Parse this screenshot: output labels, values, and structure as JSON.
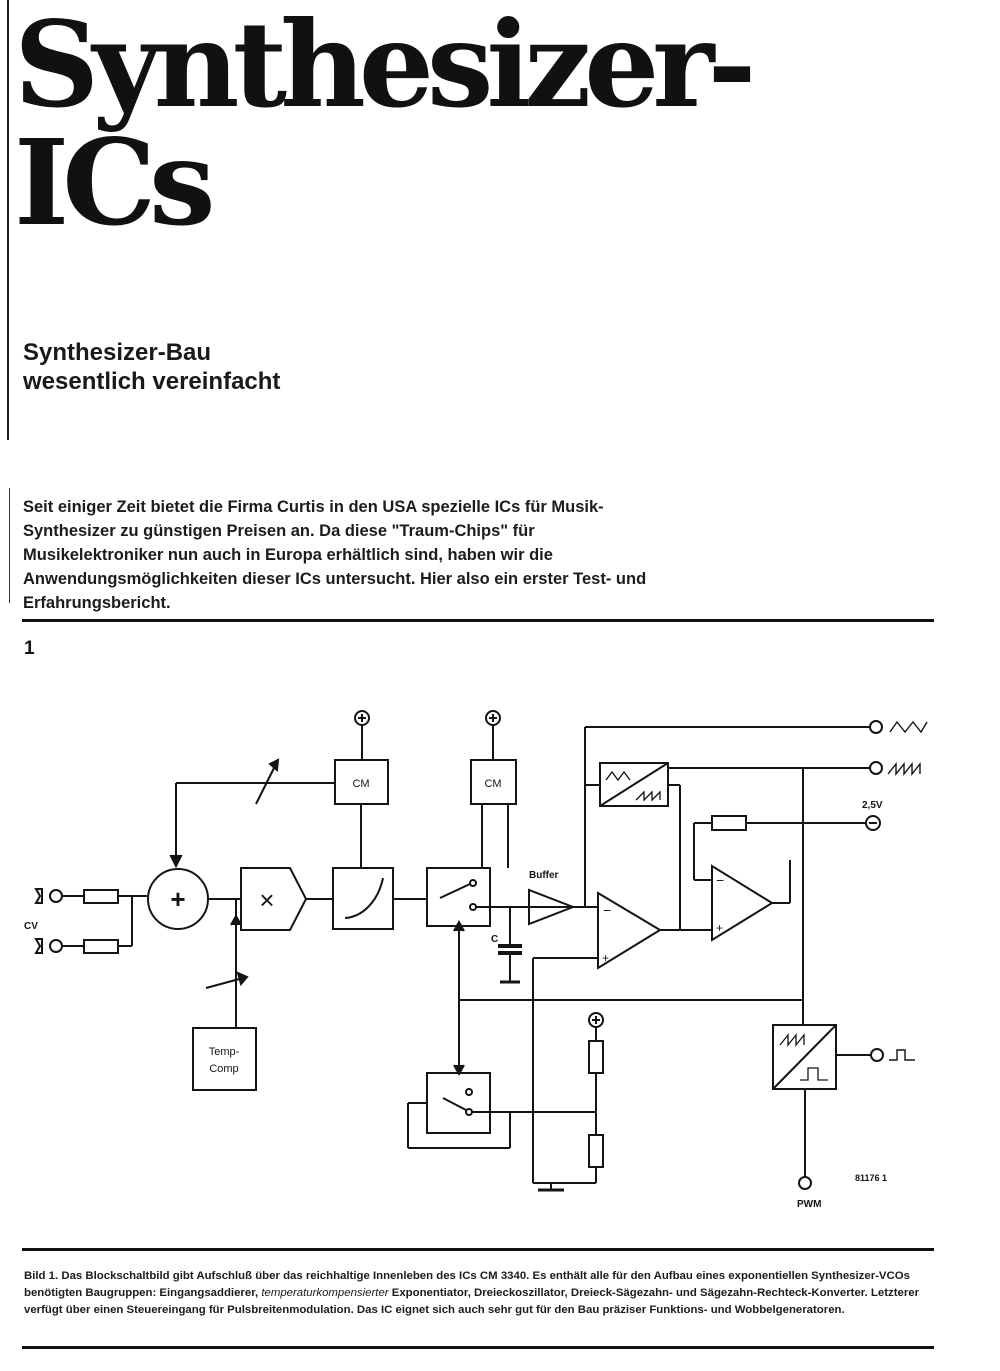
{
  "article": {
    "title_line1": "Synthesizer-",
    "title_line2": "ICs",
    "subtitle_line1": "Synthesizer-Bau",
    "subtitle_line2": "wesentlich vereinfacht",
    "intro": "Seit einiger Zeit bietet die Firma Curtis in den USA spezielle ICs für Musik-Synthesizer zu günstigen Preisen an. Da diese \"Traum-Chips\" für Musikelektroniker nun auch in Europa erhältlich sind, haben wir die Anwendungsmöglichkeiten dieser ICs untersucht. Hier also ein erster Test- und Erfahrungsbericht."
  },
  "figure": {
    "number": "1",
    "labels": {
      "cv": "CV",
      "cm": "CM",
      "buffer": "Buffer",
      "c": "C",
      "temp1": "Temp-",
      "temp2": "Comp",
      "v25": "2,5V",
      "pwm": "PWM",
      "code": "81176 1",
      "plus": "+",
      "minus": "−",
      "mult": "×"
    },
    "caption_lead": "Bild 1.",
    "caption_a": " Das Blockschaltbild gibt Aufschluß über das reichhaltige Innenleben des ICs CM 3340. Es enthält alle für den Aufbau eines exponentiellen Synthesizer-VCOs benötigten Baugruppen: Eingangsaddierer, ",
    "caption_italic": "temperaturkompensierter",
    "caption_b": " Exponentiator, Dreieckoszillator, Dreieck-Sägezahn- und Sägezahn-Rechteck-Konverter. Letzterer verfügt über einen Steuereingang für Pulsbreitenmodulation. Das IC eignet sich auch sehr gut für den Bau präziser Funktions- und Wobbelgeneratoren."
  },
  "colors": {
    "ink": "#141414",
    "paper": "#ffffff"
  }
}
